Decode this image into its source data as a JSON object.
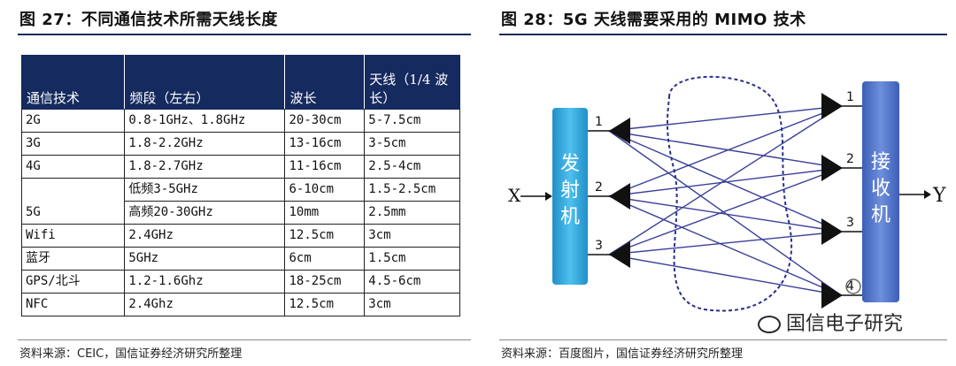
{
  "left": {
    "title": "图 27：不同通信技术所需天线长度",
    "headers": [
      "通信技术",
      "频段（左右）",
      "波长",
      "天线（1/4 波长）"
    ],
    "rows": [
      {
        "tech": "2G",
        "band": "0.8-1GHz、1.8GHz",
        "wave": "20-30cm",
        "ant": "5-7.5cm"
      },
      {
        "tech": "3G",
        "band": "1.8-2.2GHz",
        "wave": "13-16cm",
        "ant": "3-5cm"
      },
      {
        "tech": "4G",
        "band": "1.8-2.7GHz",
        "wave": "11-16cm",
        "ant": "2.5-4cm"
      },
      {
        "tech": "5G",
        "band": "低频3-5GHz",
        "wave": "6-10cm",
        "ant": "1.5-2.5cm",
        "band2": "高频20-30GHz",
        "wave2": "10mm",
        "ant2": "2.5mm"
      },
      {
        "tech": "Wifi",
        "band": "2.4GHz",
        "wave": "12.5cm",
        "ant": "3cm"
      },
      {
        "tech": "蓝牙",
        "band": "5GHz",
        "wave": "6cm",
        "ant": "1.5cm"
      },
      {
        "tech": "GPS/北斗",
        "band": "1.2-1.6Ghz",
        "wave": "18-25cm",
        "ant": "4.5-6cm"
      },
      {
        "tech": "NFC",
        "band": "2.4Ghz",
        "wave": "12.5cm",
        "ant": "3cm"
      }
    ],
    "source": "资料来源：CEIC，国信证券经济研究所整理"
  },
  "right": {
    "title": "图 28：5G 天线需要采用的 MIMO 技术",
    "tx_label": "发射机",
    "rx_label": "接收机",
    "input_label": "X",
    "output_label": "Y",
    "tx_numbers": [
      "1",
      "2",
      "3"
    ],
    "rx_numbers": [
      "1",
      "2",
      "3",
      "4"
    ],
    "watermark": "国信电子研究",
    "source": "资料来源：百度图片，国信证券经济研究所整理",
    "colors": {
      "tx_box": "#2aa6dc",
      "rx_box": "#4a6fc2",
      "lines": "#3a3f9a",
      "dash": "#2a2f8a"
    }
  }
}
